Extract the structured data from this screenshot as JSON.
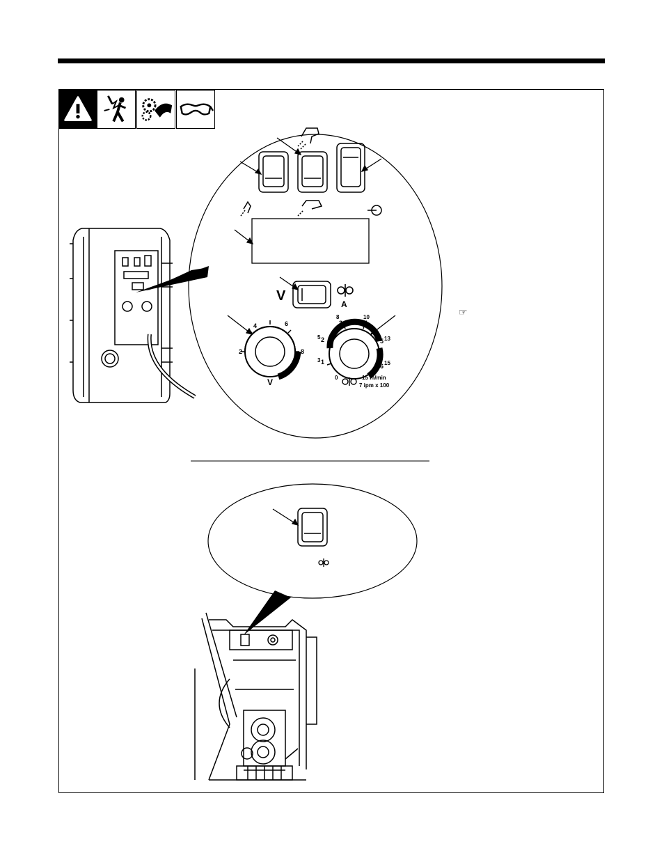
{
  "labels": {
    "mode_volts": "V",
    "mode_amps": "A",
    "volts_knob": "V",
    "wfs_metric": "15 m/min",
    "wfs_imperial": "7 ipm x 100",
    "ticks_volts": [
      "2",
      "4",
      "6",
      "8"
    ],
    "ticks_wfs_outer": [
      "0",
      "3",
      "5",
      "8",
      "10",
      "13",
      "15"
    ],
    "ticks_wfs_inner": [
      "1",
      "2",
      "3",
      "4",
      "5",
      "6"
    ]
  },
  "icons": {
    "warning": "warning-triangle-icon",
    "shock": "electric-shock-icon",
    "moving_parts": "moving-parts-icon",
    "eye": "safety-glasses-icon",
    "note": "pointing-hand-icon"
  }
}
